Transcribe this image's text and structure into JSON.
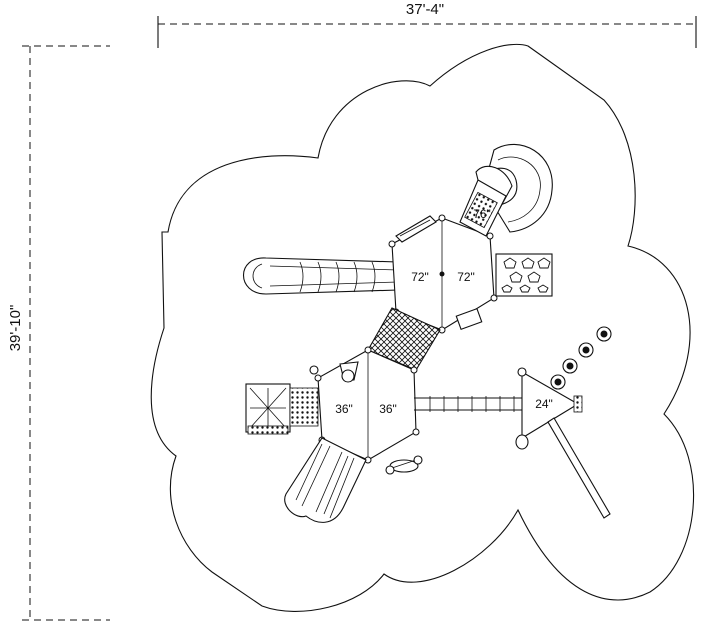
{
  "dimensions": {
    "width_label": "37'-4\"",
    "height_label": "39'-10\""
  },
  "decks": {
    "deck_upper_left": "72\"",
    "deck_upper_right": "72\"",
    "deck_lower_left": "36\"",
    "deck_lower_right": "36\"",
    "small_deck": "76\"",
    "swing_frame": "24\""
  }
}
